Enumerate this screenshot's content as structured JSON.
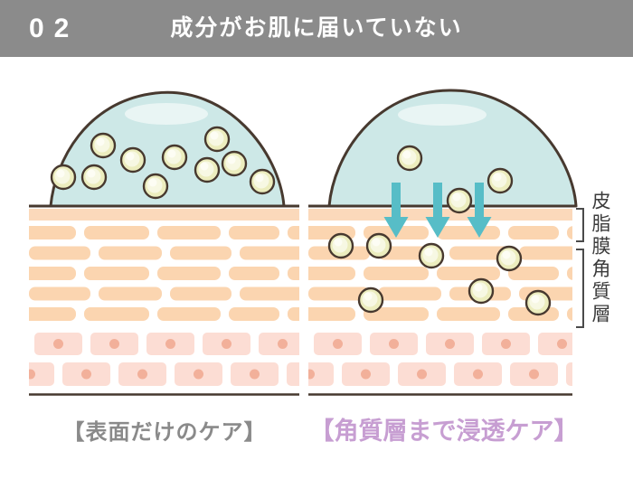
{
  "header": {
    "step_number": "02",
    "title": "成分がお肌に届いていない"
  },
  "diagram": {
    "side_labels": {
      "sebum_film": "皮脂膜",
      "stratum_corneum": "角質層"
    },
    "captions": {
      "left": "【表面だけのケア】",
      "right": "【角質層まで浸透ケア】"
    },
    "colors": {
      "header_bg": "#8b8b8b",
      "header_text": "#ffffff",
      "droplet_fill": "#cde8e7",
      "droplet_highlight": "#e9f5f4",
      "outline": "#47392f",
      "particle_fill": "#ecedbe",
      "particle_inner": "#f7f8e3",
      "particle_highlight": "#fdfdf4",
      "arrow": "#57bdc7",
      "skin_strip": "#fbd9bb",
      "brick": "#fbd5b0",
      "cell": "#fcddd4",
      "cell_dot": "#f2b09a",
      "caption_left_color": "#8a8a8a",
      "caption_right_color": "#c79ed2",
      "bracket": "#4b4b4b",
      "label_text": "#3b3b3b"
    }
  }
}
